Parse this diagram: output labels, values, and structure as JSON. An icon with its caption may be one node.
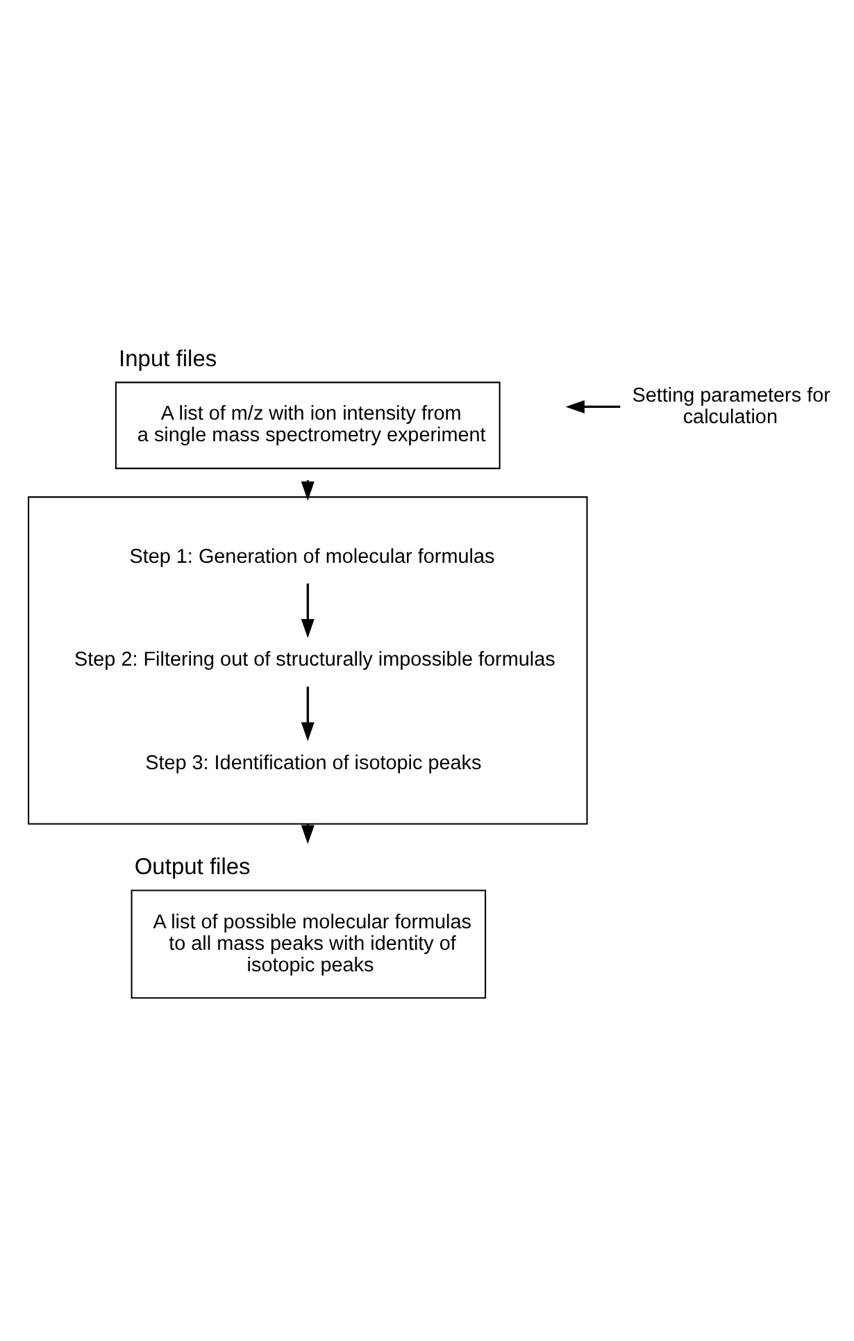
{
  "diagram": {
    "nodes": [
      {
        "text": [
          "Input files",
          "A list of m/z with ion intensity from a single mass spectrometry experiment"
        ]
      },
      {
        "text": [
          "Setting parameters for calculation"
        ]
      },
      {
        "text": [],
        "shape": "box"
      },
      {
        "text": [
          "Step 1: Generation of molecular formulas"
        ],
        "in": 2
      },
      {
        "text": [
          "Step 2: Filtering out of structurally impossible formulas"
        ],
        "in": 2
      },
      {
        "text": [
          "Step 3: Identification of isotopic peaks"
        ],
        "in": 2
      },
      {
        "text": [
          "Output files",
          "A list of possible molecular formulas to all mass peaks with identity of isotopic peaks"
        ]
      }
    ],
    "edges": [
      {
        "from": 0,
        "to": 2,
        "arrow": "to"
      },
      {
        "from": 1,
        "to": null,
        "arrow": "to"
      },
      {
        "from": 3,
        "to": 4,
        "arrow": "to"
      },
      {
        "from": 4,
        "to": 5,
        "arrow": "to"
      },
      {
        "from": 2,
        "to": 6,
        "arrow": "to"
      }
    ]
  }
}
